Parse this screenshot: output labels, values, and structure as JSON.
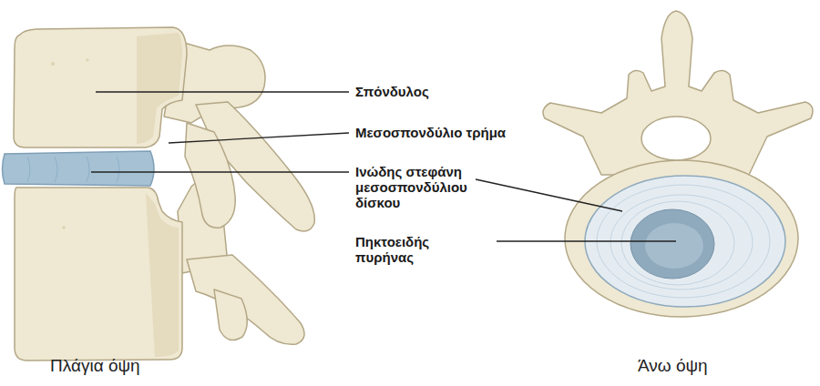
{
  "diagram": {
    "labels": [
      "Σπόνδυλος",
      "Μεσοσπονδύλιο τρήμα",
      "Ινώδης στεφάνη μεσοσπονδύλιου δίσκου",
      "Πηκτοειδής πυρήνας",
      "Πλάγια όψη",
      "Άνω όψη"
    ]
  }
}
